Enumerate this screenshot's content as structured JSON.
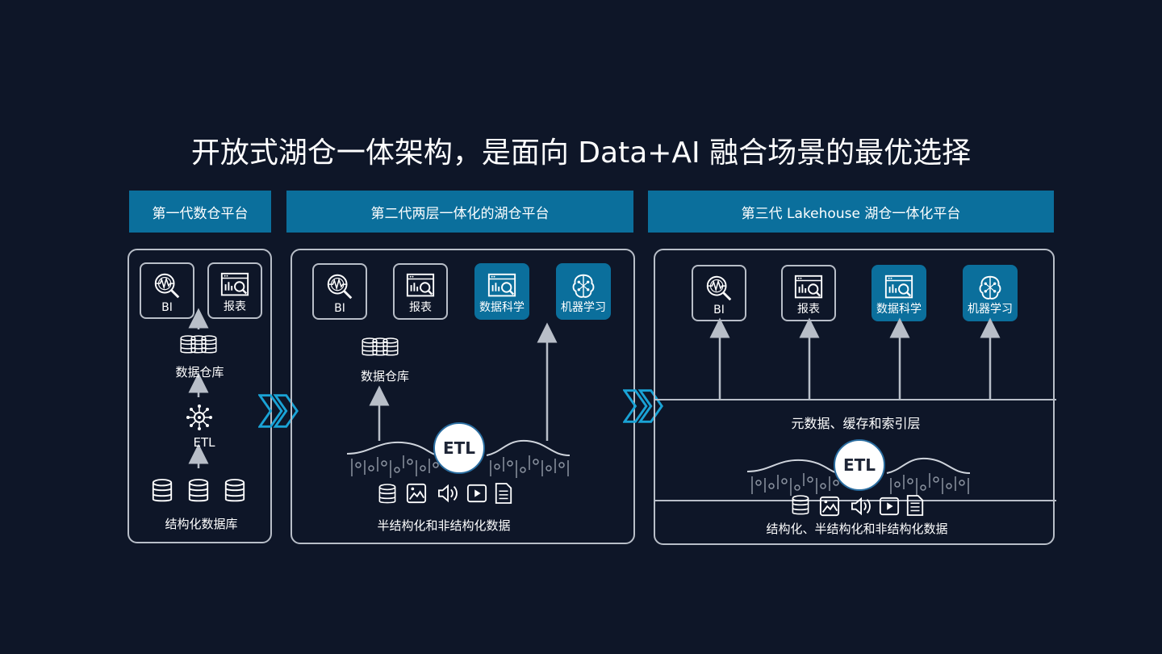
{
  "title": "开放式湖仓一体架构，是面向 Data+AI 融合场景的最优选择",
  "gen1": {
    "header": "第一代数仓平台",
    "tile_bi": "BI",
    "tile_report": "报表",
    "warehouse": "数据仓库",
    "etl": "ETL",
    "source": "结构化数据库"
  },
  "gen2": {
    "header": "第二代两层一体化的湖仓平台",
    "tile_bi": "BI",
    "tile_report": "报表",
    "tile_ds": "数据科学",
    "tile_ml": "机器学习",
    "warehouse": "数据仓库",
    "etl": "ETL",
    "source": "半结构化和非结构化数据"
  },
  "gen3": {
    "header": "第三代 Lakehouse 湖仓一体化平台",
    "tile_bi": "BI",
    "tile_report": "报表",
    "tile_ds": "数据科学",
    "tile_ml": "机器学习",
    "meta_layer": "元数据、缓存和索引层",
    "etl": "ETL",
    "source": "结构化、半结构化和非结构化数据"
  },
  "colors": {
    "background": "#0e1628",
    "accent": "#0b6f9c",
    "outline": "#b8bec8"
  },
  "icons": [
    "bi-magnifier-icon",
    "report-chart-icon",
    "data-science-icon",
    "machine-learning-brain-icon",
    "database-icon",
    "network-icon",
    "image-icon",
    "audio-icon",
    "video-icon",
    "document-icon",
    "chevron-arrow-icon"
  ]
}
